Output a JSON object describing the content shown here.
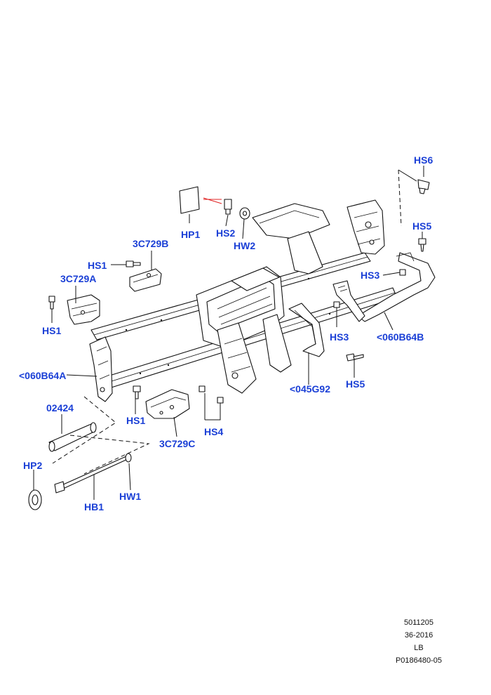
{
  "labels": {
    "hs6": "HS6",
    "hp1": "HP1",
    "hs2": "HS2",
    "hw2": "HW2",
    "hs5_top": "HS5",
    "c729b": "3C729B",
    "hs1_top": "HS1",
    "c729a": "3C729A",
    "hs3_right": "HS3",
    "hs1_left": "HS1",
    "hs3_mid": "HS3",
    "b64b": "<060B64B",
    "b64a": "<060B64A",
    "hs5_bottom": "HS5",
    "g92": "<045G92",
    "p02424": "02424",
    "hs1_bottom": "HS1",
    "hs4": "HS4",
    "c729c": "3C729C",
    "hp2": "HP2",
    "hw1": "HW1",
    "hb1": "HB1"
  },
  "reference": {
    "line1": "5011205",
    "line2": "36-2016",
    "line3": "LB",
    "line4": "P0186480-05"
  },
  "colors": {
    "label": "#1a3fd6",
    "line": "#111111",
    "accent_line": "#e02020"
  }
}
